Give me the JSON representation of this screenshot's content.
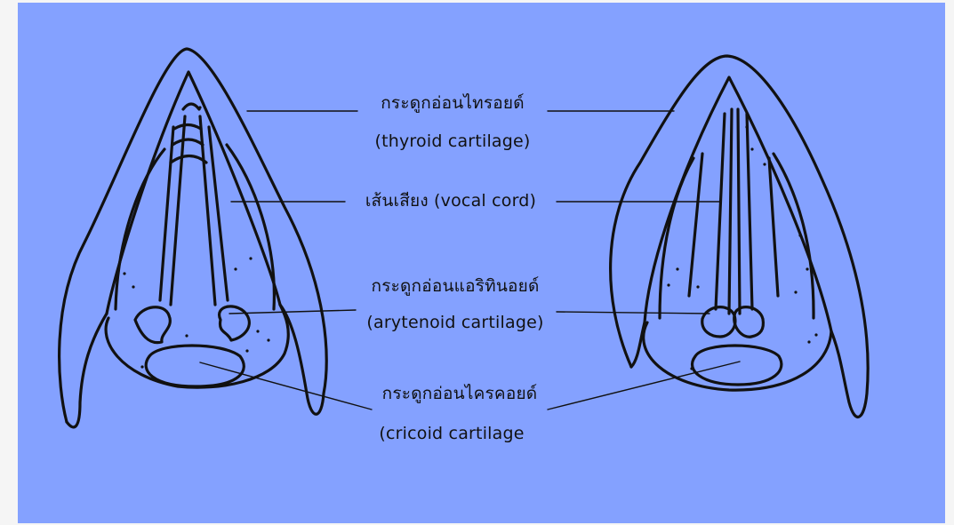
{
  "labels": {
    "thyroid_th": "กระดูกอ่อนไทรอยด์",
    "thyroid_en": "(thyroid cartilage)",
    "vocal": "เส้นเสียง (vocal cord)",
    "arytenoid_th": "กระดูกอ่อนแอริทินอยด์",
    "arytenoid_en": "(arytenoid cartilage)",
    "cricoid_th": "กระดูกอ่อนไครคอยด์",
    "cricoid_en": "(cricoid cartilage"
  },
  "colors": {
    "background": "#84a1ff",
    "outline": "#111111",
    "page": "#f5f5f5"
  }
}
